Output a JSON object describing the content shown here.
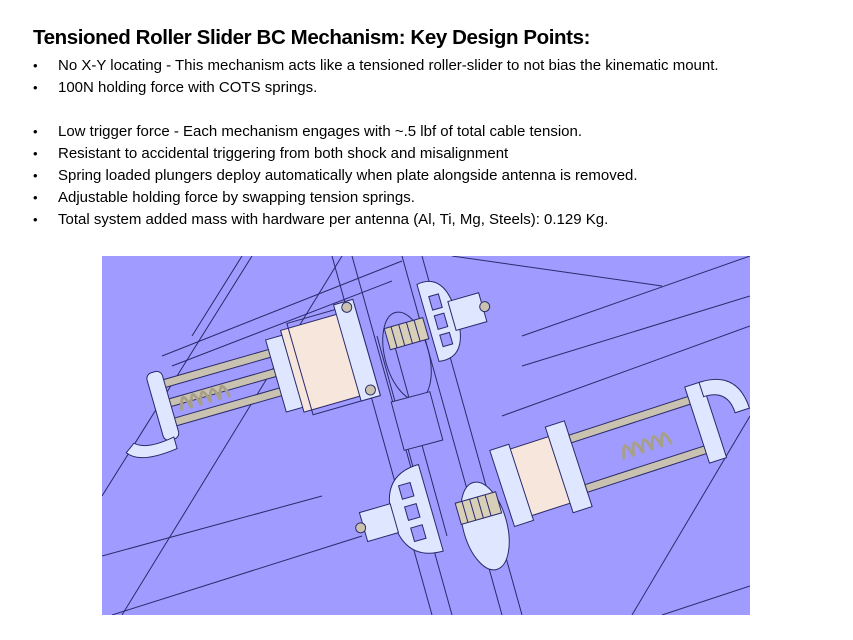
{
  "slide": {
    "title": "Tensioned Roller Slider BC Mechanism: Key Design Points:",
    "bullet_glyph": "•",
    "bullets_group1": [
      "No X-Y locating - This mechanism acts like a tensioned roller-slider to not bias the kinematic mount.",
      "100N holding force with COTS springs."
    ],
    "bullets_group2": [
      "Low trigger force - Each mechanism engages with ~.5 lbf of total cable tension.",
      "Resistant to accidental triggering from both shock and misalignment",
      "Spring loaded plungers deploy automatically when plate alongside antenna is removed.",
      "Adjustable holding force by swapping tension springs.",
      "Total system added mass with hardware per antenna (Al, Ti, Mg, Steels): 0.129 Kg."
    ]
  },
  "figure": {
    "description": "CAD render of two tensioned roller slider mechanisms with spring loaded plungers mounted on a plate",
    "colors": {
      "background": "#a09cff",
      "line": "#2a2a6a",
      "part_light": "#dfe6ff",
      "part_cream": "#f7e6dc",
      "spring": "#d8cfb8",
      "rod": "#c9c2b0"
    }
  }
}
